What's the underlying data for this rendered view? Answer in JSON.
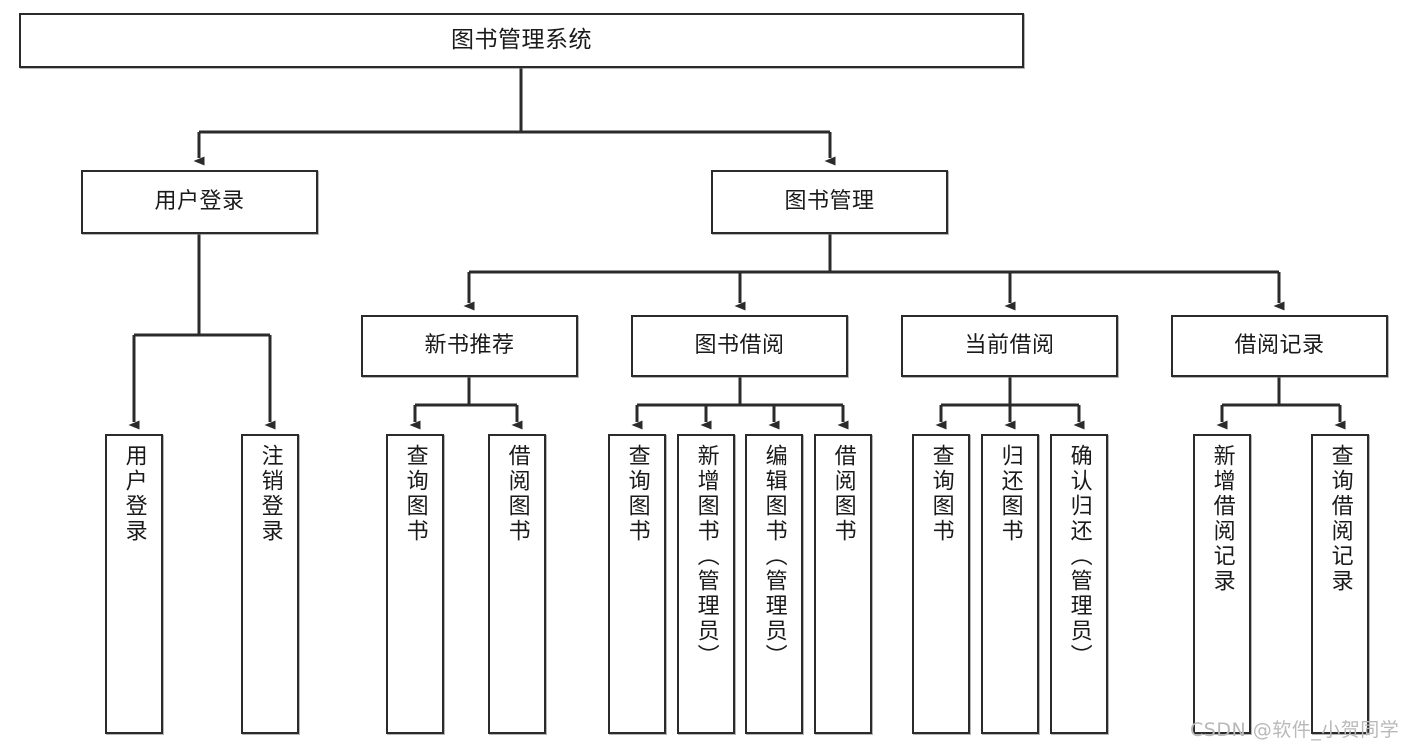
{
  "diagram": {
    "type": "tree-hierarchy",
    "title": "图书管理系统",
    "watermark": "CSDN @软件_小贺同学",
    "colors": {
      "box_border": "#2b2b2b",
      "box_fill": "#ffffff",
      "connector": "#2b2b2b",
      "text": "#1a1a1a",
      "watermark": "#b9b9b9",
      "background": "#ffffff"
    },
    "levels": {
      "root_label": "图书管理系统",
      "level2": [
        "用户登录",
        "图书管理"
      ],
      "level3": [
        "新书推荐",
        "图书借阅",
        "当前借阅",
        "借阅记录"
      ]
    },
    "nodes": {
      "root": {
        "label": "图书管理系统"
      },
      "user_login": {
        "label": "用户登录"
      },
      "book_manage": {
        "label": "图书管理"
      },
      "new_book_rec": {
        "label": "新书推荐"
      },
      "book_borrow": {
        "label": "图书借阅"
      },
      "current_borrow": {
        "label": "当前借阅"
      },
      "borrow_record": {
        "label": "借阅记录"
      },
      "leaf_user_login": {
        "label": "用户登录"
      },
      "leaf_user_logout": {
        "label": "注销登录"
      },
      "leaf_rec_query": {
        "label": "查询图书"
      },
      "leaf_rec_borrow": {
        "label": "借阅图书"
      },
      "leaf_borrow_query": {
        "label": "查询图书"
      },
      "leaf_borrow_add": {
        "label": "新增图书（管理员）"
      },
      "leaf_borrow_edit": {
        "label": "编辑图书（管理员）"
      },
      "leaf_borrow_borrow": {
        "label": "借阅图书"
      },
      "leaf_cur_query": {
        "label": "查询图书"
      },
      "leaf_cur_return": {
        "label": "归还图书"
      },
      "leaf_cur_confirm": {
        "label": "确认归还（管理员）"
      },
      "leaf_rec_add": {
        "label": "新增借阅记录"
      },
      "leaf_rec_search": {
        "label": "查询借阅记录"
      }
    },
    "edges": [
      {
        "from": "root",
        "to": "用户登录"
      },
      {
        "from": "root",
        "to": "图书管理"
      },
      {
        "from": "用户登录",
        "to": "用户登录(叶)"
      },
      {
        "from": "用户登录",
        "to": "注销登录"
      },
      {
        "from": "图书管理",
        "to": "新书推荐"
      },
      {
        "from": "图书管理",
        "to": "图书借阅"
      },
      {
        "from": "图书管理",
        "to": "当前借阅"
      },
      {
        "from": "图书管理",
        "to": "借阅记录"
      },
      {
        "from": "新书推荐",
        "to": "查询图书"
      },
      {
        "from": "新书推荐",
        "to": "借阅图书"
      },
      {
        "from": "图书借阅",
        "to": "查询图书"
      },
      {
        "from": "图书借阅",
        "to": "新增图书（管理员）"
      },
      {
        "from": "图书借阅",
        "to": "编辑图书（管理员）"
      },
      {
        "from": "图书借阅",
        "to": "借阅图书"
      },
      {
        "from": "当前借阅",
        "to": "查询图书"
      },
      {
        "from": "当前借阅",
        "to": "归还图书"
      },
      {
        "from": "当前借阅",
        "to": "确认归还（管理员）"
      },
      {
        "from": "借阅记录",
        "to": "新增借阅记录"
      },
      {
        "from": "借阅记录",
        "to": "查询借阅记录"
      }
    ]
  }
}
